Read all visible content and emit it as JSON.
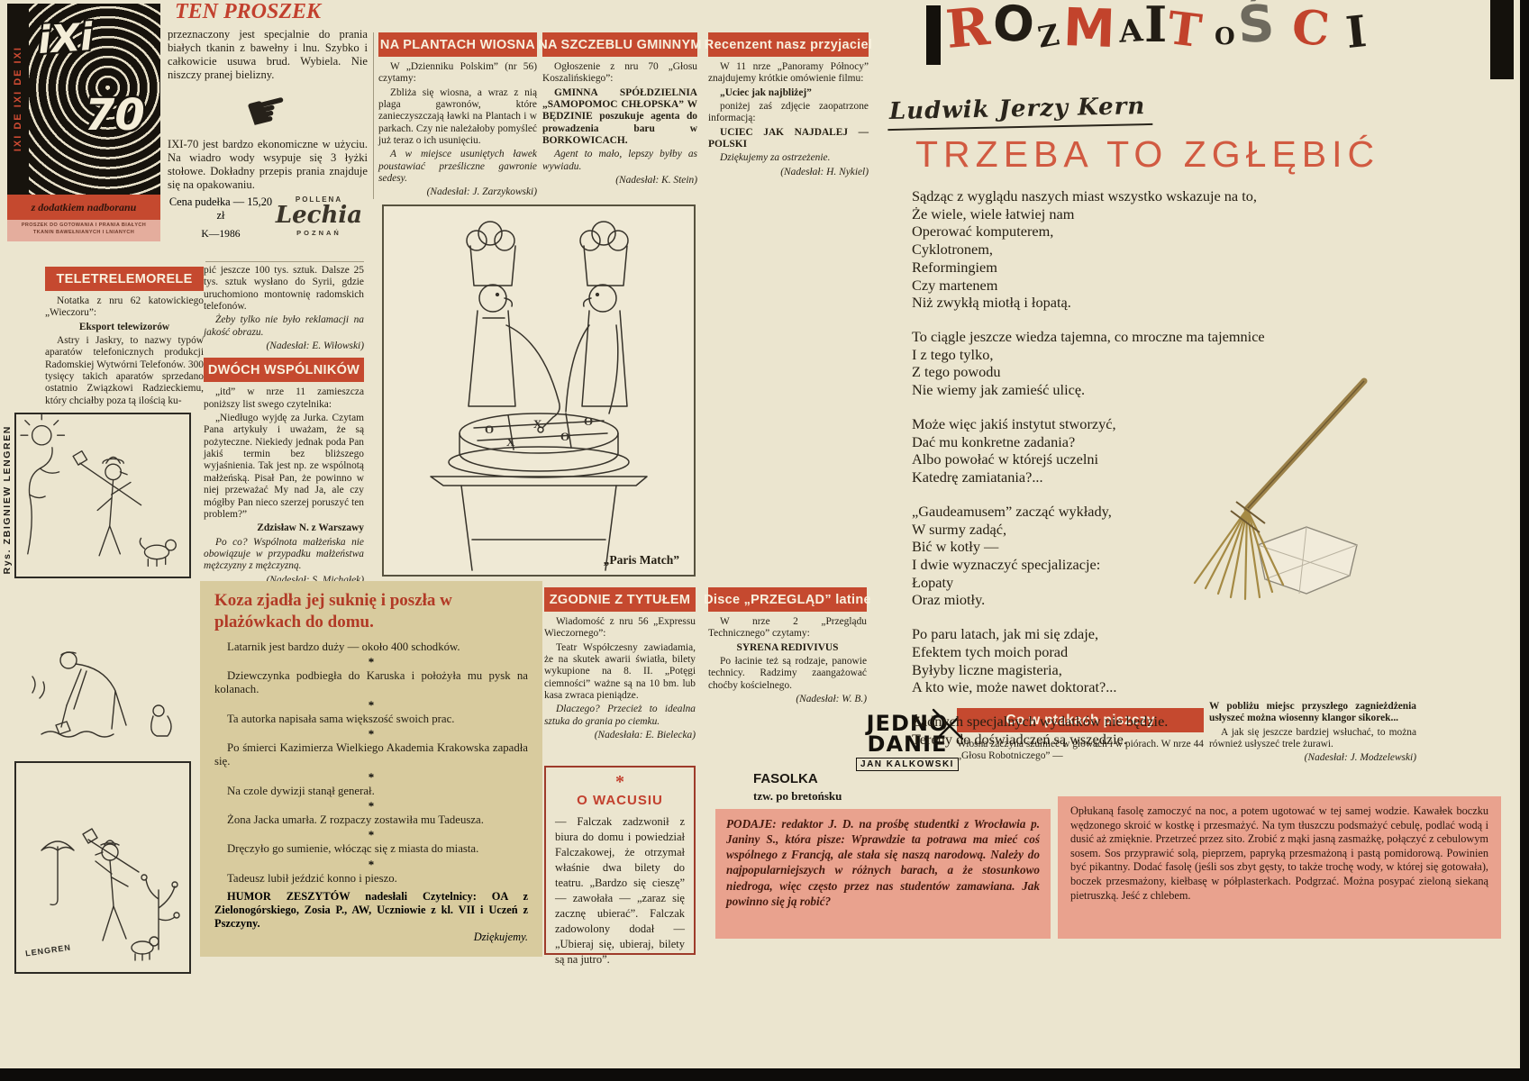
{
  "colors": {
    "accent_red": "#c5492f",
    "headline_red": "#b23a26",
    "pink": "#e9a28e",
    "tan": "#d8cb9e",
    "paper": "#ebe5cf",
    "ink": "#231d12"
  },
  "masthead": {
    "letters": [
      "R",
      "O",
      "Z",
      "M",
      "A",
      "I",
      "T",
      "O",
      "Ś",
      "C",
      "I"
    ]
  },
  "feature": {
    "author": "Ludwik Jerzy Kern",
    "title": "TRZEBA TO ZGŁĘBIĆ"
  },
  "poem": {
    "stanzas": [
      "Sądząc z wyglądu naszych miast wszystko wskazuje na to,\nŻe wiele, wiele łatwiej nam\nOperować komputerem,\nCyklotronem,\nReformingiem\nCzy martenem\nNiż zwykłą miotłą i łopatą.",
      "To ciągle jeszcze wiedza tajemna, co mroczne ma tajemnice\nI z tego tylko,\nZ tego powodu\nNie wiemy jak zamieść ulicę.",
      "Może więc jakiś instytut stworzyć,\nDać mu konkretne zadania?\nAlbo powołać w którejś uczelni\nKatedrę zamiatania?...",
      "„Gaudeamusem” zacząć wykłady,\nW surmy zadąć,\nBić w kotły —\nI dwie wyznaczyć specjalizacje:\nŁopaty\nOraz miotły.",
      "Po paru latach, jak mi się zdaje,\nEfektem tych moich porad\nByłyby liczne magisteria,\nA kto wie, może nawet doktorat?...",
      "Żadnych specjalnych wydatków nie będzie.\nTereny do doświadczeń są wszędzie."
    ]
  },
  "ixi_ad": {
    "side": "IXI DE IXI DE IXI",
    "brand": "iXi",
    "number": "70",
    "band": "z dodatkiem nadboranu",
    "label": "PROSZEK DO GOTOWANIA I PRANIA BIAŁYCH TKANIN BAWEŁNIANYCH I LNIANYCH"
  },
  "ten_proszek": {
    "title": "TEN PROSZEK",
    "p1": "przeznaczony jest specjalnie do prania białych tkanin z bawełny i lnu. Szybko i całkowicie usuwa brud. Wybiela. Nie niszczy pranej bielizny.",
    "hand_glyph": "☛",
    "p2": "IXI-70 jest bardzo ekonomiczne w użyciu. Na wiadro wody wsypuje się 3 łyżki stołowe. Dokładny przepis prania znajduje się na opakowaniu.",
    "price": "Cena pudełka — 15,20 zł",
    "code": "K—1986",
    "logo_top": "POLLENA",
    "logo_script": "Lechia",
    "logo_city": "POZNAŃ"
  },
  "articles": {
    "teletrelemorele": {
      "title": "TELETRELEMORELE",
      "p1": "Notatka z nru 62 katowickiego „Wieczoru”:",
      "bold": "Eksport telewizorów",
      "p2": "Astry i Jaskry, to nazwy typów aparatów telefonicznych produkcji Radomskiej Wytwórni Telefonów. 300 tysięcy takich aparatów sprzedano ostatnio Związkowi Radzieckiemu, który chciałby poza tą ilością ku-",
      "cont": "pić jeszcze 100 tys. sztuk. Dalsze 25 tys. sztuk wysłano do Syrii, gdzie uruchomiono montownię radomskich telefonów.",
      "punch": "Żeby tylko nie było reklamacji na jakość obrazu.",
      "credit": "(Nadesłał: E. Wiłowski)"
    },
    "dwoch": {
      "title": "DWÓCH WSPÓLNIKÓW",
      "p1": "„itd” w nrze 11 zamieszcza poniższy list swego czytelnika:",
      "p2": "„Niedługo wyjdę za Jurka. Czytam Pana artykuły i uważam, że są pożyteczne. Niekiedy jednak poda Pan jakiś termin bez bliższego wyjaśnienia. Tak jest np. ze wspólnotą małżeńską. Pisał Pan, że powinno w niej przeważać My nad Ja, ale czy mógłby Pan nieco szerzej poruszyć ten problem?”",
      "sig": "Zdzisław N. z Warszawy",
      "p3": "Po co? Wspólnota małżeńska nie obowiązuje w przypadku małżeństwa mężczyzny z mężczyzną.",
      "credit": "(Nadesłał: S. Michałek)"
    },
    "na_plantach": {
      "title": "NA PLANTACH WIOSNA",
      "p1": "W „Dzienniku Polskim” (nr 56) czytamy:",
      "p2": "Zbliża się wiosna, a wraz z nią plaga gawronów, które zanieczyszczają ławki na Plantach i w parkach. Czy nie należałoby pomyśleć już teraz o ich usunięciu.",
      "p3": "A w miejsce usuniętych ławek poustawiać prześliczne gawronie sedesy.",
      "credit": "(Nadesłał: J. Zarzykowski)"
    },
    "na_szczeblu": {
      "title": "NA SZCZEBLU GMINNYM",
      "p1": "Ogłoszenie z nru 70 „Głosu Koszalińskiego”:",
      "p2": "GMINNA SPÓŁDZIELNIA „SAMOPOMOC CHŁOPSKA” W BĘDZINIE poszukuje agenta do prowadzenia baru w BORKOWICACH.",
      "p3": "Agent to mało, lepszy byłby as wywiadu.",
      "credit": "(Nadesłał: K. Stein)"
    },
    "recenzent": {
      "title": "Recenzent nasz przyjaciel",
      "p1": "W 11 nrze „Panoramy Północy” znajdujemy krótkie omówienie filmu:",
      "film": "„Uciec jak najbliżej”",
      "p2": "poniżej zaś zdjęcie zaopatrzone informacją:",
      "caps": "UCIEC JAK NAJDALEJ — POLSKI",
      "punch": "Dziękujemy za ostrzeżenie.",
      "credit": "(Nadesłał: H. Nykiel)"
    },
    "zgodnie": {
      "title": "ZGODNIE Z TYTUŁEM",
      "p1": "Wiadomość z nru 56 „Expressu Wieczornego”:",
      "p2": "Teatr Współczesny zawiadamia, że na skutek awarii światła, bilety wykupione na 8. II. „Potęgi ciemności” ważne są na 10 bm. lub kasa zwraca pieniądze.",
      "p3": "Dlaczego? Przecież to idealna sztuka do grania po ciemku.",
      "credit": "(Nadesłała: E. Bielecka)"
    },
    "disce": {
      "title": "Disce „PRZEGLĄD” latine",
      "p1": "W nrze 2 „Przeglądu Technicznego” czytamy:",
      "bold": "SYRENA REDIVIVUS",
      "p2": "Po łacinie też są rodzaje, panowie technicy. Radzimy zaangażować choćby kościelnego.",
      "credit": "(Nadesłał: W. B.)"
    },
    "ptaki": {
      "title": "Co w ptakach piszczy",
      "left": "Wiosna zaczyna szumieć w głowach i w piórach. W nrze 44 „Głosu Robotniczego” —",
      "right_bold": "W pobliżu miejsc przyszłego zagnieżdżenia usłyszeć można wiosenny klangor sikorek...",
      "right_rest": "A jak się jeszcze bardziej wsłuchać, to można również usłyszeć trele żurawi.",
      "credit": "(Nadesłał: J. Modzelewski)"
    }
  },
  "cartoon": {
    "caption": "„Paris Match”",
    "mark_x": "X",
    "mark_o": "O"
  },
  "koza": {
    "headline": "Koza zjadła jej suknię i poszła w plażówkach do domu.",
    "separator": "*",
    "items": [
      "Latarnik jest bardzo duży — około 400 schodków.",
      "Dziewczynka podbiegła do Karuska i położyła mu pysk na kolanach.",
      "Ta autorka napisała sama większość swoich prac.",
      "Po śmierci Kazimierza Wielkiego Akademia Krakowska zapadła się.",
      "Na czole dywizji stanął generał.",
      "Żona Jacka umarła. Z rozpaczy zostawiła mu Tadeusza.",
      "Dręczyło go sumienie, włócząc się z miasta do miasta.",
      "Tadeusz lubił jeździć konno i pieszo."
    ],
    "footer": "HUMOR ZESZYTÓW nadesłali Czytelnicy: OA z Zielonogórskiego, Zosia P., AW, Uczniowie z kl. VII i Uczeń z Pszczyny.",
    "thanks": "Dziękujemy."
  },
  "wacus": {
    "ornament": "*",
    "title": "O WACUSIU",
    "body": "— Falczak zadzwonił z biura do domu i powiedział Falczakowej, że otrzymał właśnie dwa bilety do teatru. „Bardzo się cieszę” — zawołała — „zaraz się zacznę ubierać”. Falczak zadowolony dodał — „Ubieraj się, ubieraj, bilety są na jutro”."
  },
  "jedno_danie": {
    "line1": "JEDNO",
    "line2": "DANIE",
    "author": "JAN KALKOWSKI"
  },
  "fasolka": {
    "heading": "FASOLKA",
    "subheading": "tzw. po bretońsku",
    "body": "PODAJE: redaktor J. D. na prośbę studentki z Wrocławia p. Janiny S., która pisze: Wprawdzie ta potrawa ma mieć coś wspólnego z Francją, ale stała się naszą narodową. Należy do najpopularniejszych w różnych barach, a że stosunkowo niedroga, więc często przez nas studentów zamawiana. Jak powinno się ją robić?"
  },
  "recipe": {
    "body": "Opłukaną fasolę zamoczyć na noc, a potem ugotować w tej samej wodzie. Kawałek boczku wędzonego skroić w kostkę i przesmażyć. Na tym tłuszczu podsmażyć cebulę, podlać wodą i dusić aż zmięknie. Przetrzeć przez sito. Zrobić z mąki jasną zasmażkę, połączyć z cebulowym sosem. Sos przyprawić solą, pieprzem, papryką przesmażoną i pastą pomidorową. Powinien być pikantny. Dodać fasolę (jeśli sos zbyt gęsty, to także trochę wody, w której się gotowała), boczek przesmażony, kiełbasę w półplasterkach. Podgrzać. Można posypać zieloną siekaną pietruszką. Jeść z chlebem."
  },
  "lengren": {
    "credit": "Rys. ZBIGNIEW LENGREN",
    "signature": "LENGREN"
  }
}
